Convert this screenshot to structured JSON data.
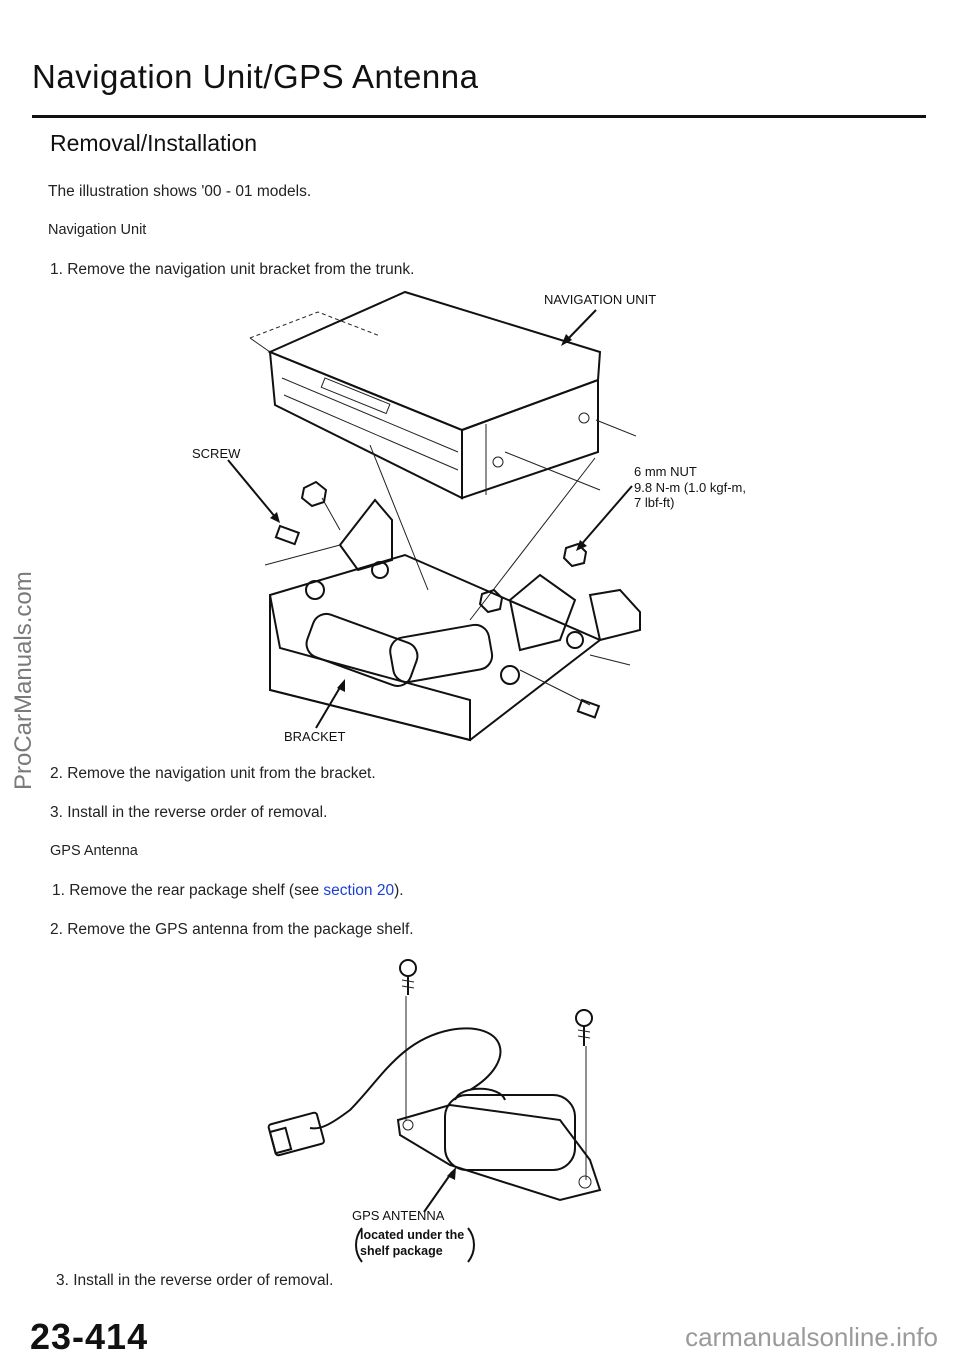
{
  "header": {
    "title": "Navigation Unit/GPS Antenna",
    "subtitle": "Removal/Installation"
  },
  "intro": "The illustration shows '00 - 01 models.",
  "nav_section": {
    "heading": "Navigation Unit",
    "step1": "1. Remove the navigation unit bracket from the trunk.",
    "step2": "2. Remove the navigation unit from the bracket.",
    "step3": "3. Install in the reverse order of removal."
  },
  "figure1": {
    "label_unit": "NAVIGATION UNIT",
    "label_screw": "SCREW",
    "label_nut_1": "6 mm NUT",
    "label_nut_2": "9.8 N-m (1.0 kgf-m,",
    "label_nut_3": "7 lbf-ft)",
    "label_bracket": "BRACKET"
  },
  "gps_section": {
    "heading": "GPS Antenna",
    "step1_pre": "1. Remove the rear package shelf (see ",
    "step1_link": "section 20",
    "step1_post": ").",
    "step2": "2. Remove the GPS antenna from the package shelf.",
    "step3": "3. Install in the reverse order of removal."
  },
  "figure2": {
    "label_antenna": "GPS ANTENNA",
    "note_1": "located under the",
    "note_2": "shelf package"
  },
  "footer": {
    "page_number": "23-414",
    "watermark_left": "ProCarManuals.com",
    "watermark_bottom": "carmanualsonline.info"
  }
}
